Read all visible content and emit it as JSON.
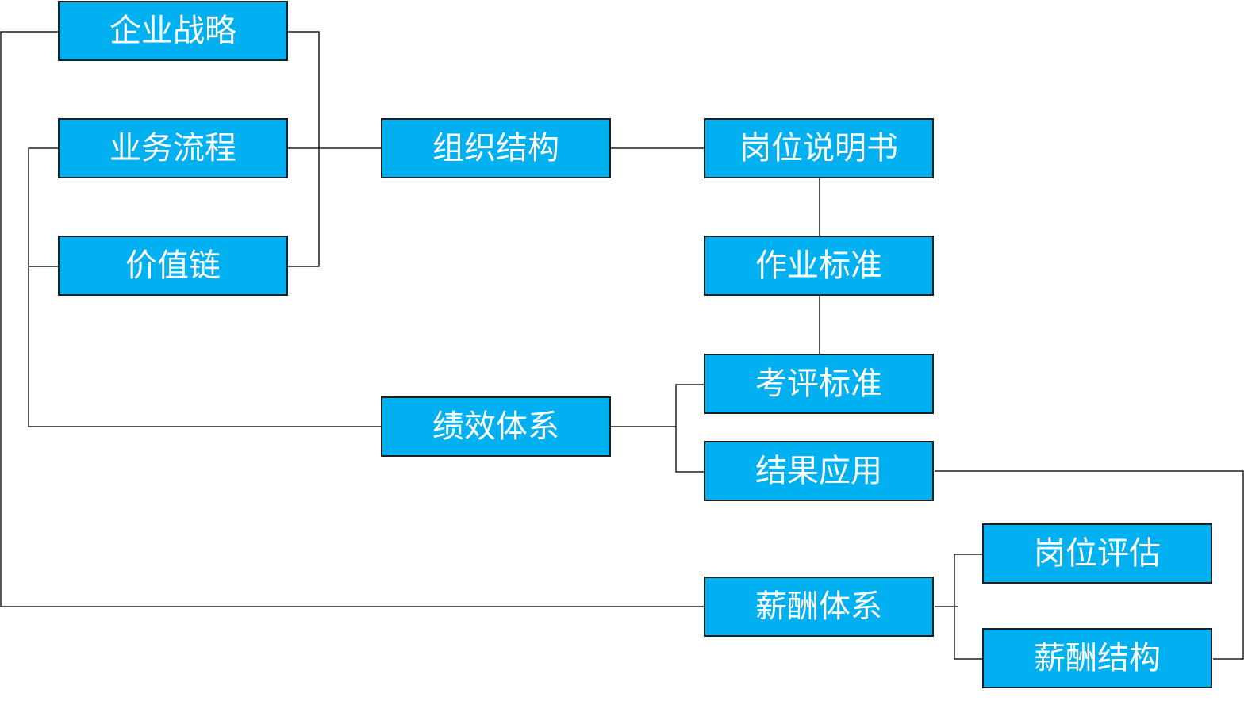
{
  "diagram": {
    "line_color": "#1f1f1f",
    "box_fill": "#00b0f0",
    "box_text_color": "#ffffff",
    "nodes": {
      "strategy": "企业战略",
      "process": "业务流程",
      "value_chain": "价值链",
      "org_structure": "组织结构",
      "performance_system": "绩效体系",
      "job_description": "岗位说明书",
      "work_standard": "作业标准",
      "evaluation_standard": "考评标准",
      "result_application": "结果应用",
      "salary_system": "薪酬体系",
      "job_evaluation": "岗位评估",
      "salary_structure": "薪酬结构"
    }
  }
}
